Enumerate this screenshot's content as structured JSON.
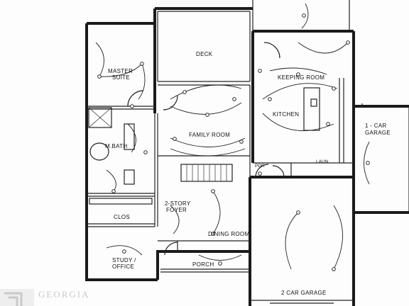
{
  "plan": {
    "rooms": {
      "deck": "DECK",
      "master_line1": "MASTER",
      "master_line2": "SUITE",
      "keeping": "KEEPING ROOM",
      "kitchen": "KITCHEN",
      "family": "FAMILY ROOM",
      "mbath": "M.BATH",
      "pdr": "PDR",
      "laun": "LAUN",
      "one_car_line1": "1 - CAR",
      "one_car_line2": "GARAGE",
      "foyer_line1": "2-STORY",
      "foyer_line2": "FOYER",
      "clos": "CLOS",
      "dining": "DINING ROOM",
      "porch": "PORCH",
      "study_line1": "STUDY /",
      "study_line2": "OFFICE",
      "two_car": "2 CAR GARAGE"
    },
    "watermark": "GEORGIA"
  }
}
